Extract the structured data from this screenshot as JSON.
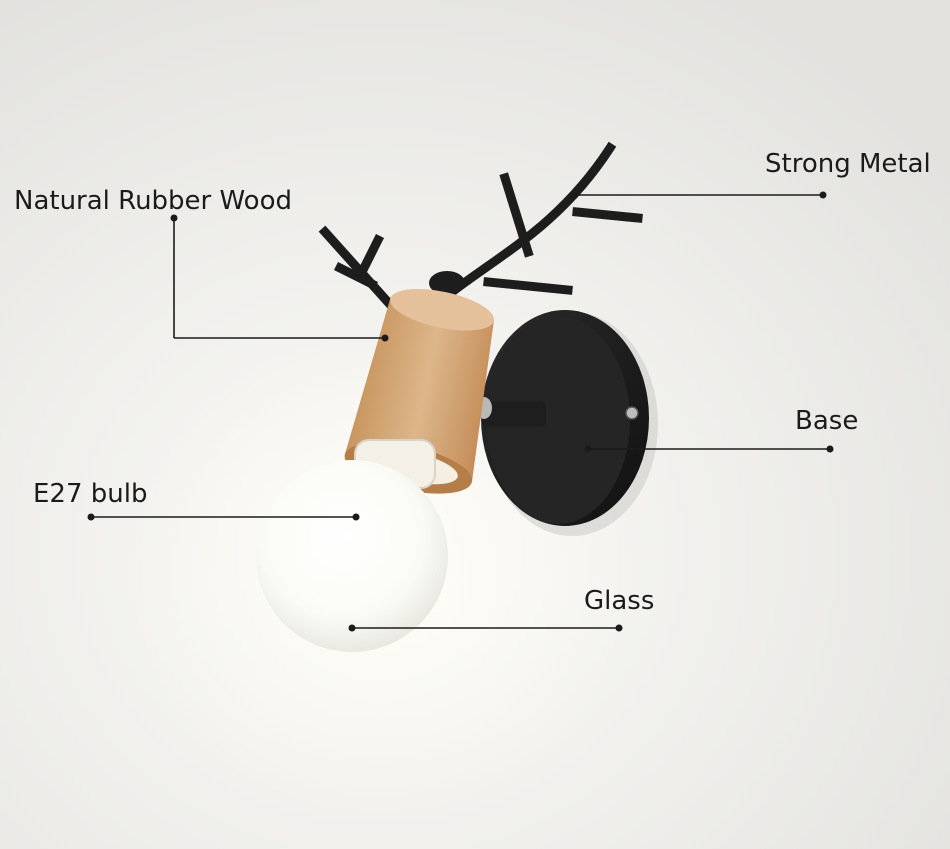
{
  "labels": {
    "strong_metal": "Strong Metal",
    "natural_rubber_wood": "Natural Rubber Wood",
    "base": "Base",
    "e27_bulb": "E27 bulb",
    "glass": "Glass"
  },
  "colors": {
    "background": "#ecebe8",
    "leader_line": "#1b1b1b",
    "metal": "#1c1c1c",
    "wood": "#d2a679",
    "bulb": "#fbfbf8"
  }
}
